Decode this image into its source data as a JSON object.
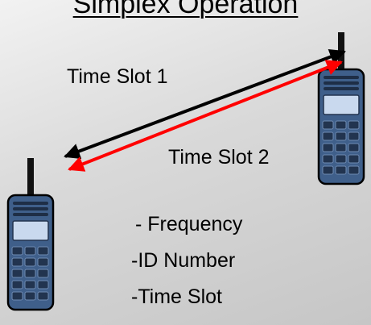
{
  "title": "Simplex Operation",
  "links": [
    {
      "label": "Time Slot 1",
      "color": "#000000"
    },
    {
      "label": "Time Slot 2",
      "color": "#ff0000"
    }
  ],
  "radio_icon_name": "handheld-radio-icon",
  "notes": [
    "- Frequency",
    "-ID Number",
    "-Time Slot"
  ]
}
